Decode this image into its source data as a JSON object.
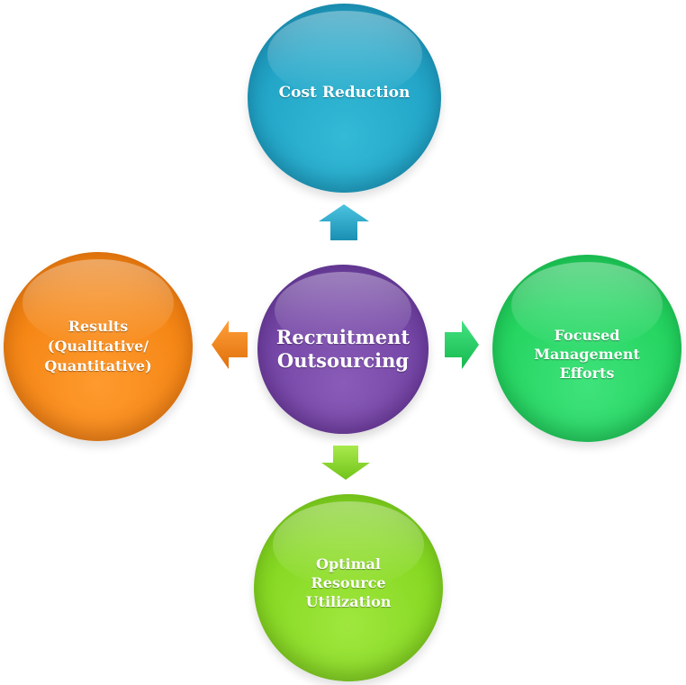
{
  "diagram": {
    "center": {
      "label": "Recruitment\nOutsourcing",
      "color": "#7546a6"
    },
    "nodes": {
      "top": {
        "label": "Cost Reduction",
        "color": "#23a6c8"
      },
      "left": {
        "label": "Results\n(Qualitative/\nQuantitative)",
        "color": "#f58716"
      },
      "right": {
        "label": "Focused\nManagement\nEfforts",
        "color": "#26d562"
      },
      "bottom": {
        "label": "Optimal\nResource\nUtilization",
        "color": "#88d924"
      }
    }
  }
}
